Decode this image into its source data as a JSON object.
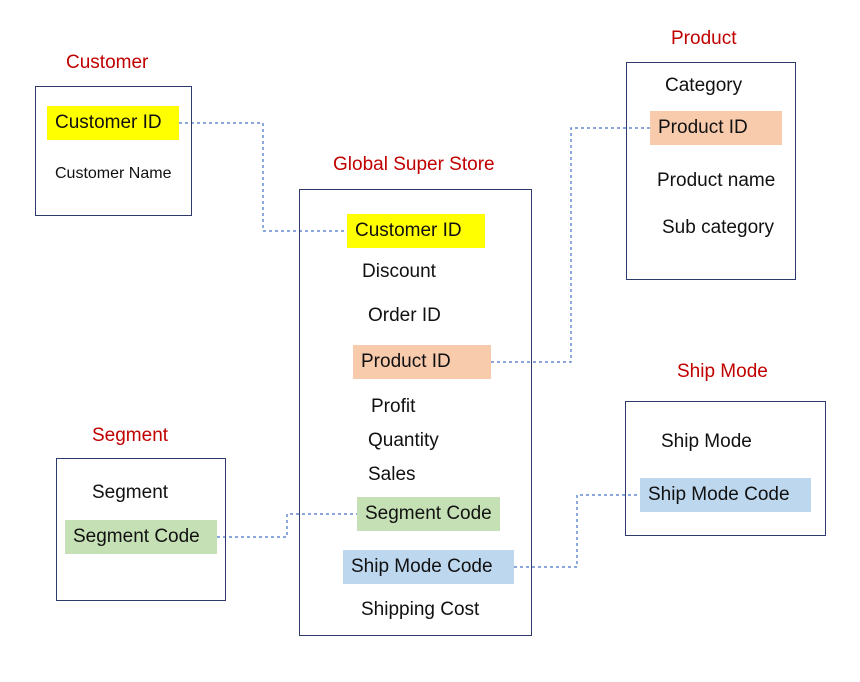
{
  "colors": {
    "title": "#c00000",
    "border": "#2e3a6b",
    "customer_id_highlight": "#ffff00",
    "product_id_highlight": "#f8cbad",
    "segment_code_highlight": "#c5e0b4",
    "ship_mode_code_highlight": "#bdd7ee",
    "link": "#4472c4"
  },
  "customer": {
    "title": "Customer",
    "fields": [
      "Customer ID",
      "Customer Name"
    ]
  },
  "product": {
    "title": "Product",
    "fields": [
      "Category",
      "Product ID",
      "Product name",
      "Sub category"
    ]
  },
  "store": {
    "title": "Global Super Store",
    "fields": [
      "Customer ID",
      "Discount",
      "Order ID",
      "Product ID",
      "Profit",
      "Quantity",
      "Sales",
      "Segment Code",
      "Ship Mode Code",
      "Shipping Cost"
    ]
  },
  "segment": {
    "title": "Segment",
    "fields": [
      "Segment",
      "Segment Code"
    ]
  },
  "ship_mode": {
    "title": "Ship Mode",
    "fields": [
      "Ship Mode",
      "Ship Mode Code"
    ]
  }
}
